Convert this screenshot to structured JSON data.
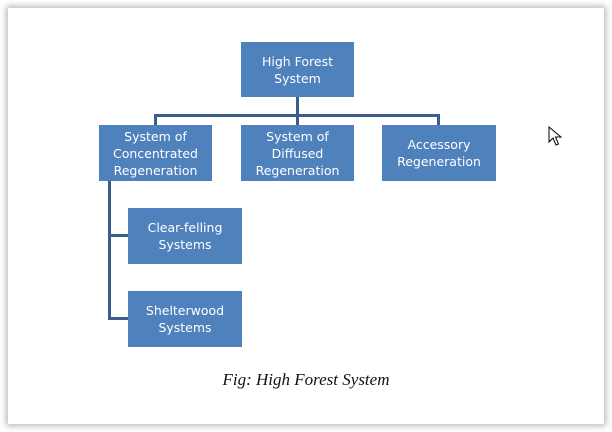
{
  "diagram": {
    "root": {
      "label": "High Forest\nSystem"
    },
    "level1": [
      {
        "label": "System of\nConcentrated\nRegeneration"
      },
      {
        "label": "System of\nDiffused\nRegeneration"
      },
      {
        "label": "Accessory\nRegeneration"
      }
    ],
    "concentrated_children": [
      {
        "label": "Clear-felling\nSystems"
      },
      {
        "label": "Shelterwood\nSystems"
      }
    ],
    "node_color": "#4f81bd",
    "connector_color": "#3a5f8c"
  },
  "caption": "Fig: High Forest System",
  "cursor": {
    "icon": "mouse-pointer-icon"
  }
}
